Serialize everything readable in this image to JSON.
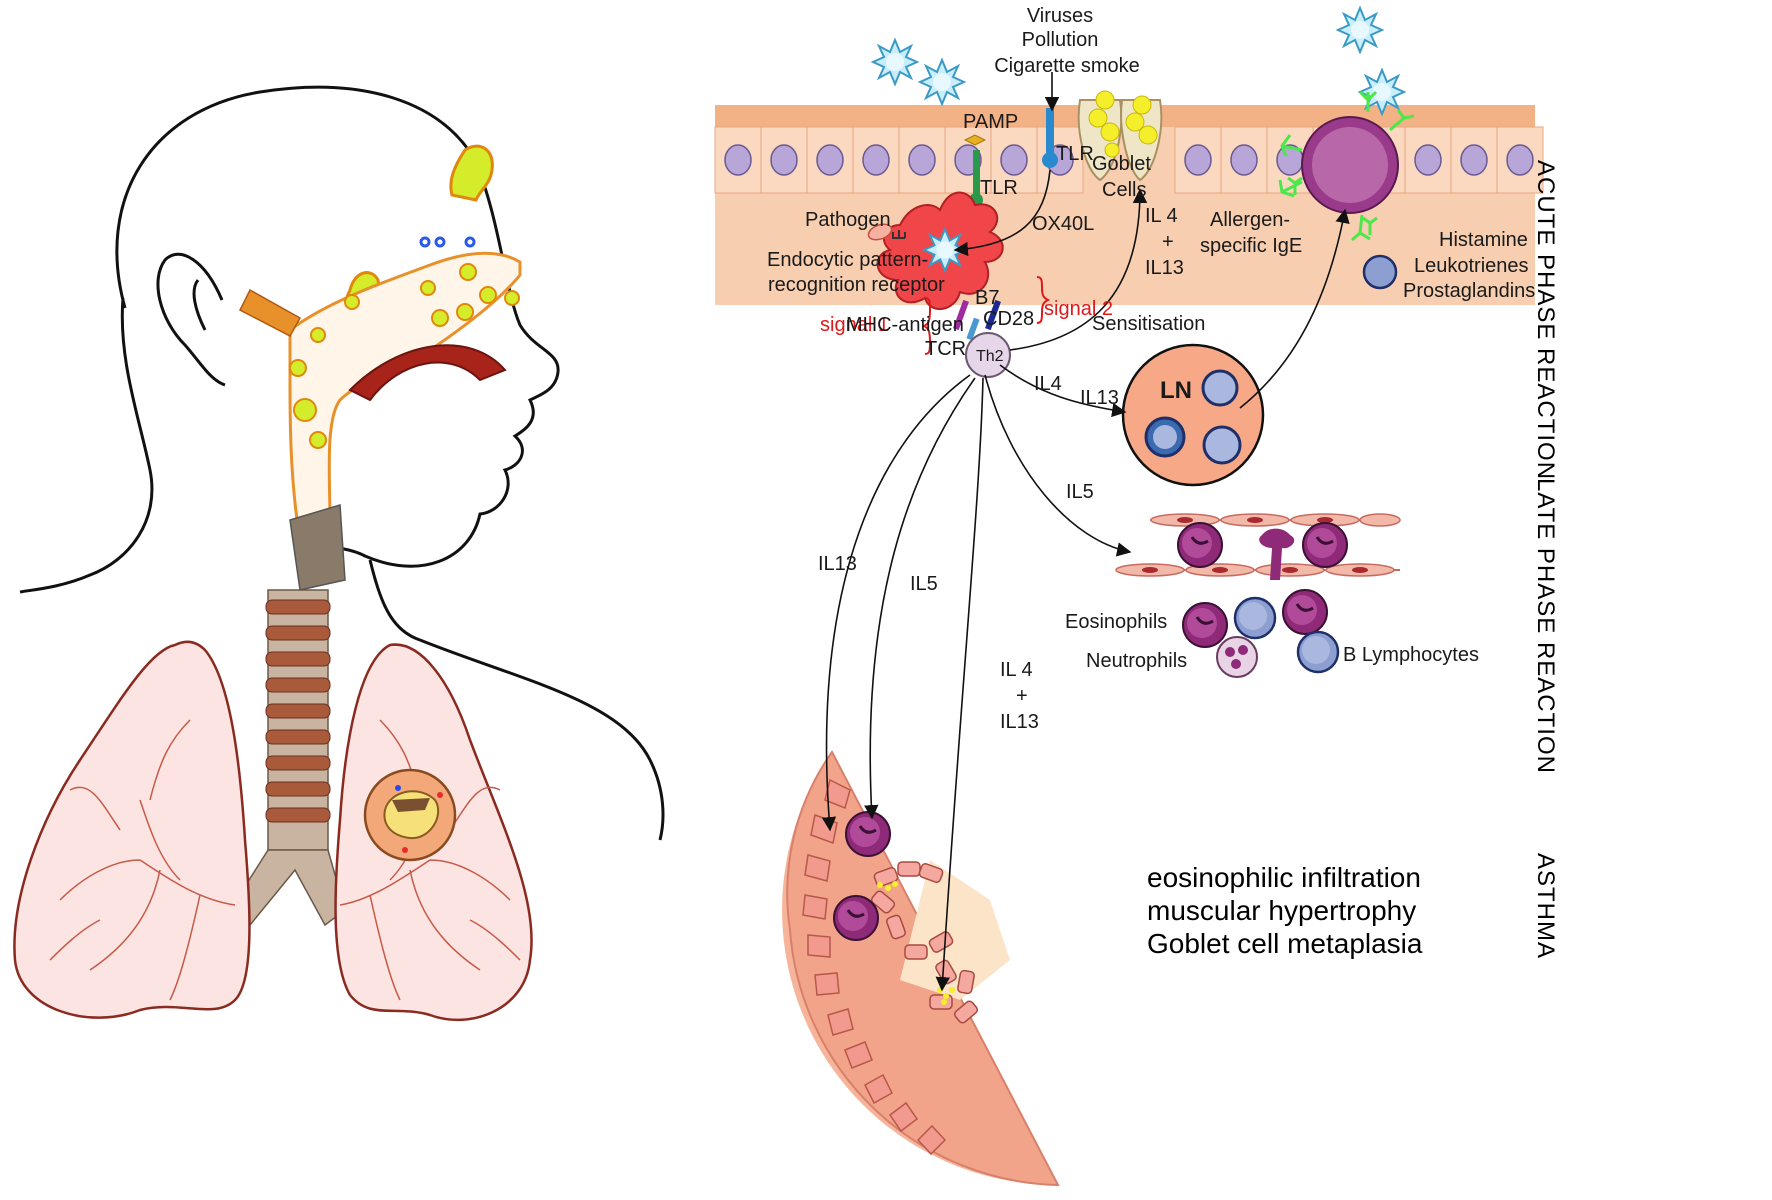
{
  "triggers": {
    "line1": "Viruses",
    "line2": "Pollution",
    "line3": "Cigarette smoke"
  },
  "labels": {
    "pamp": "PAMP",
    "tlr_right": "TLR",
    "tlr_left": "TLR",
    "goblet_line1": "Goblet",
    "goblet_line2": "Cells",
    "pathogen": "Pathogen",
    "endocytic_line1": "Endocytic pattern-",
    "endocytic_line2": "recognition receptor",
    "ox40l": "OX40L",
    "il4_plus_il13_top_a": "IL 4",
    "il4_plus_il13_top_plus": "+",
    "il4_plus_il13_top_b": "IL13",
    "allergen_line1": "Allergen-",
    "allergen_line2": "specific IgE",
    "histamine": "Histamine",
    "leukotrienes": "Leukotrienes",
    "prostaglandins": "Prostaglandins",
    "b7": "B7",
    "cd28": "CD28",
    "signal1": "signal 1",
    "signal2": "signal 2",
    "mhc_antigen": "MHC-antigen",
    "tcr": "TCR",
    "th2": "Th2",
    "sensitisation": "Sensitisation",
    "il4_ln": "IL4",
    "il13_ln": "IL13",
    "ln": "LN",
    "il5_vessel": "IL5",
    "il13_left": "IL13",
    "il5_left": "IL5",
    "il4_plus_il13_low_a": "IL 4",
    "il4_plus_il13_low_plus": "+",
    "il4_plus_il13_low_b": "IL13",
    "eosinophils": "Eosinophils",
    "neutrophils": "Neutrophils",
    "b_lymphocytes": "B Lymphocytes"
  },
  "outcomes": {
    "line1": "eosinophilic infiltration",
    "line2": "muscular hypertrophy",
    "line3": "Goblet cell metaplasia"
  },
  "side_labels": {
    "acute": "ACUTE PHASE REACTION",
    "late": "LATE PHASE REACTION",
    "asthma": "ASTHMA"
  },
  "colors": {
    "epithelium": "#f7ceb0",
    "cilia": "#f0a878",
    "nucleus": "#b9a6d8",
    "dendritic_cell": "#f0464a",
    "virus": "#c8eefc",
    "eosinophil": "#8e2a78",
    "lymphocyte": "#8c9fd0",
    "lymph_node": "#f7a886",
    "lung": "#fbe4e2",
    "airway_line": "#e8902a",
    "signal_red": "#e0191b"
  }
}
